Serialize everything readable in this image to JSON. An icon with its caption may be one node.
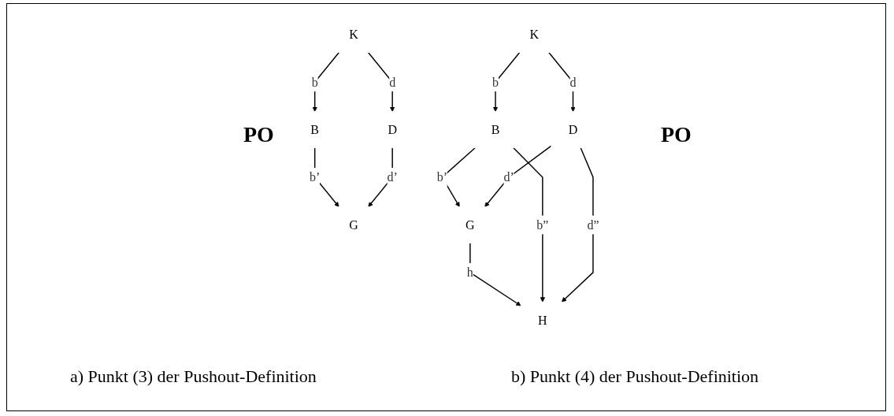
{
  "diagram": {
    "nodes": [
      {
        "text": [
          "K"
        ]
      },
      {
        "text": [
          "B"
        ]
      },
      {
        "text": [
          "D"
        ]
      },
      {
        "text": [
          "G"
        ]
      },
      {
        "text": [
          "K"
        ]
      },
      {
        "text": [
          "B"
        ]
      },
      {
        "text": [
          "D"
        ]
      },
      {
        "text": [
          "G"
        ]
      },
      {
        "text": [
          "H"
        ]
      }
    ],
    "edges": [
      {
        "from": 0,
        "to": 1,
        "arrow": "to",
        "label": "b"
      },
      {
        "from": 0,
        "to": 2,
        "arrow": "to",
        "label": "d"
      },
      {
        "from": 1,
        "to": 3,
        "arrow": "to",
        "label": "b’"
      },
      {
        "from": 2,
        "to": 3,
        "arrow": "to",
        "label": "d’"
      },
      {
        "from": 4,
        "to": 5,
        "arrow": "to",
        "label": "b"
      },
      {
        "from": 4,
        "to": 6,
        "arrow": "to",
        "label": "d"
      },
      {
        "from": 5,
        "to": 7,
        "arrow": "to",
        "label": "b’"
      },
      {
        "from": 6,
        "to": 7,
        "arrow": "to",
        "label": "d’"
      },
      {
        "from": 7,
        "to": 8,
        "arrow": "to",
        "label": "h"
      },
      {
        "from": 5,
        "to": 8,
        "arrow": "to",
        "label": "b”"
      },
      {
        "from": 6,
        "to": 8,
        "arrow": "to",
        "label": "d”"
      }
    ],
    "labels": [
      "PO",
      "a) Punkt (3) der Pushout-Definition",
      "PO",
      "b) Punkt (4) der Pushout-Definition"
    ]
  }
}
